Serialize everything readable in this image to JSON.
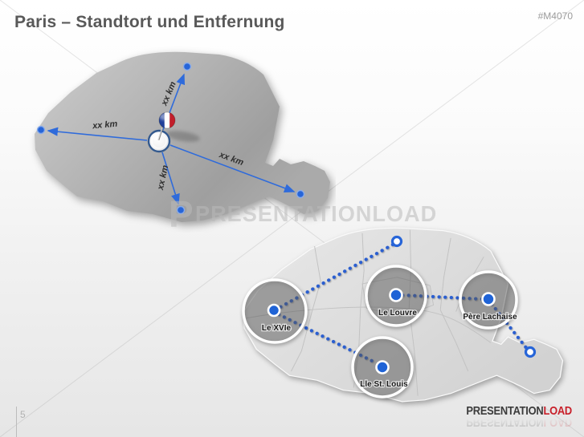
{
  "slide": {
    "title": "Paris – Standtort und Entfernung",
    "code": "#M4070",
    "page_number": "5",
    "watermark": {
      "letter": "P",
      "text": "PRESENTATIONLOAD"
    },
    "footer": {
      "brand_primary": "PRESENTATION",
      "brand_accent": "LOAD"
    }
  },
  "colors": {
    "accent_blue": "#2f6bdb",
    "brand_red": "#c8202a",
    "title_gray": "#595959",
    "map_dark_gray": "#a8a8a8",
    "map_light_gray": "#e0e0e0",
    "flag_blue": "#21409a",
    "flag_red": "#c21e2a"
  },
  "distance_map": {
    "description": "Paris silhouette with center pin and distance arrows",
    "distances": [
      {
        "label": "xx km",
        "direction": "north"
      },
      {
        "label": "xx km",
        "direction": "west"
      },
      {
        "label": "xx km",
        "direction": "southeast"
      },
      {
        "label": "xx km",
        "direction": "south"
      }
    ]
  },
  "locations_map": {
    "description": "Paris arrondissement map with highlighted locations",
    "locations": [
      {
        "name": "Le XVIe"
      },
      {
        "name": "Le Louvre"
      },
      {
        "name": "Père Lachaise"
      },
      {
        "name": "Lle St. Louis"
      }
    ]
  }
}
